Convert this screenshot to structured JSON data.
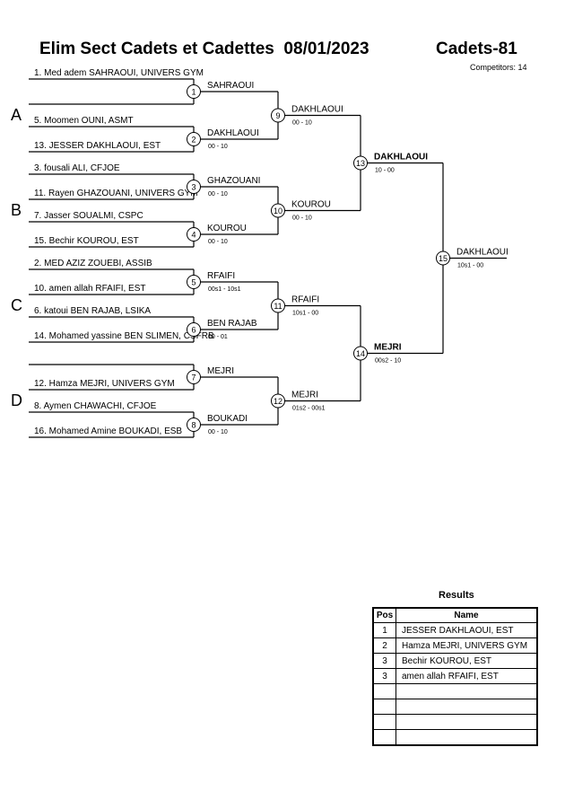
{
  "header": {
    "title": "Elim Sect Cadets et Cadettes  08/01/2023",
    "category": "Cadets-81",
    "competitors_label": "Competitors:",
    "competitors_count": "14"
  },
  "pools": [
    "A",
    "B",
    "C",
    "D"
  ],
  "entries": [
    "1. Med adem SAHRAOUI, UNIVERS GYM",
    "5. Moomen OUNI, ASMT",
    "13. JESSER DAKHLAOUI, EST",
    "3. fousali ALI, CFJOE",
    "11. Rayen GHAZOUANI, UNIVERS GYM",
    "7. Jasser SOUALMI, CSPC",
    "15. Bechir KOUROU, EST",
    "2. MED AZIZ ZOUEBI, ASSIB",
    "10. amen allah RFAIFI, EST",
    "6. katoui BEN RAJAB, LSIKA",
    "14. Mohamed yassine BEN SLIMEN, CSFRB",
    "12. Hamza MEJRI, UNIVERS GYM",
    "8. Aymen CHAWACHI, CFJOE",
    "16. Mohamed Amine BOUKADI, ESB"
  ],
  "matches": [
    {
      "num": "1",
      "winner": "SAHRAOUI",
      "score": ""
    },
    {
      "num": "2",
      "winner": "DAKHLAOUI",
      "score": "00 - 10"
    },
    {
      "num": "3",
      "winner": "GHAZOUANI",
      "score": "00 - 10"
    },
    {
      "num": "4",
      "winner": "KOUROU",
      "score": "00 - 10"
    },
    {
      "num": "5",
      "winner": "RFAIFI",
      "score": "00s1 - 10s1"
    },
    {
      "num": "6",
      "winner": "BEN RAJAB",
      "score": "00 - 01"
    },
    {
      "num": "7",
      "winner": "MEJRI",
      "score": ""
    },
    {
      "num": "8",
      "winner": "BOUKADI",
      "score": "00 - 10"
    },
    {
      "num": "9",
      "winner": "DAKHLAOUI",
      "score": "00 - 10"
    },
    {
      "num": "10",
      "winner": "KOUROU",
      "score": "00 - 10"
    },
    {
      "num": "11",
      "winner": "RFAIFI",
      "score": "10s1 - 00"
    },
    {
      "num": "12",
      "winner": "MEJRI",
      "score": "01s2 - 00s1"
    },
    {
      "num": "13",
      "winner": "DAKHLAOUI",
      "score": "10 - 00"
    },
    {
      "num": "14",
      "winner": "MEJRI",
      "score": "00s2 - 10"
    },
    {
      "num": "15",
      "winner": "DAKHLAOUI",
      "score": "10s1 - 00"
    }
  ],
  "results": {
    "title": "Results",
    "col_pos": "Pos",
    "col_name": "Name",
    "rows": [
      {
        "pos": "1",
        "name": "JESSER DAKHLAOUI, EST"
      },
      {
        "pos": "2",
        "name": "Hamza MEJRI, UNIVERS GYM"
      },
      {
        "pos": "3",
        "name": "Bechir KOUROU, EST"
      },
      {
        "pos": "3",
        "name": "amen allah RFAIFI, EST"
      },
      {
        "pos": "",
        "name": ""
      },
      {
        "pos": "",
        "name": ""
      },
      {
        "pos": "",
        "name": ""
      },
      {
        "pos": "",
        "name": ""
      }
    ]
  }
}
